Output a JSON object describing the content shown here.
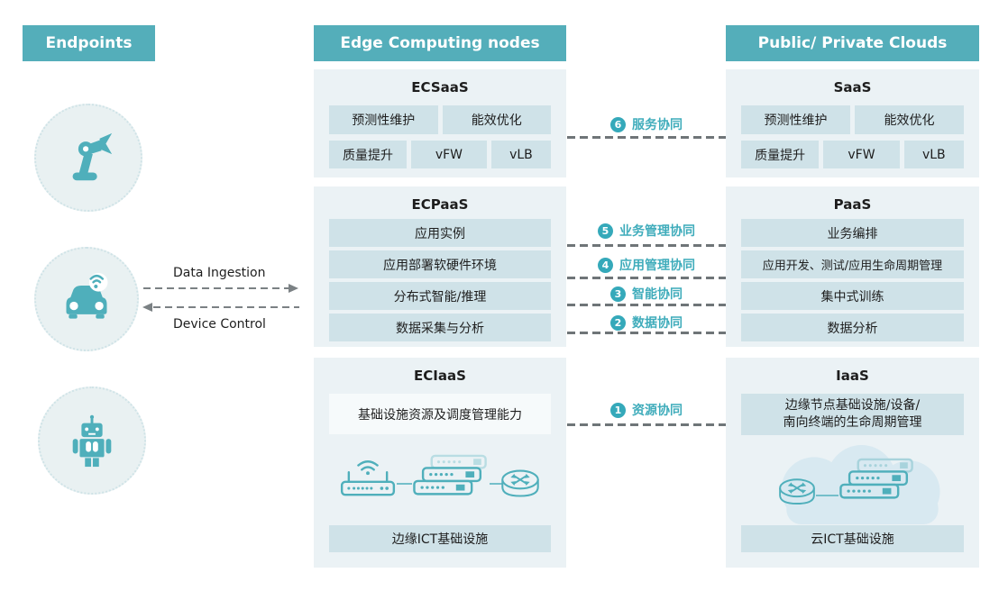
{
  "headers": {
    "endpoints": "Endpoints",
    "edge": "Edge Computing nodes",
    "clouds": "Public/ Private Clouds"
  },
  "endpoint_flows": {
    "data_ingestion": "Data Ingestion",
    "device_control": "Device Control"
  },
  "edge_column": {
    "ecsaas": {
      "title": "ECSaaS",
      "row1": [
        "预测性维护",
        "能效优化"
      ],
      "row2": [
        "质量提升",
        "vFW",
        "vLB"
      ]
    },
    "ecpaas": {
      "title": "ECPaaS",
      "rows": [
        "应用实例",
        "应用部署软硬件环境",
        "分布式智能/推理",
        "数据采集与分析"
      ]
    },
    "eciaas": {
      "title": "ECIaaS",
      "capability": "基础设施资源及调度管理能力",
      "infrastructure": "边缘ICT基础设施"
    }
  },
  "cloud_column": {
    "saas": {
      "title": "SaaS",
      "row1": [
        "预测性维护",
        "能效优化"
      ],
      "row2": [
        "质量提升",
        "vFW",
        "vLB"
      ]
    },
    "paas": {
      "title": "PaaS",
      "rows": [
        "业务编排",
        "应用开发、测试/应用生命周期管理",
        "集中式训练",
        "数据分析"
      ]
    },
    "iaas": {
      "title": "IaaS",
      "capability_line1": "边缘节点基础设施/设备/",
      "capability_line2": "南向终端的生命周期管理",
      "infrastructure": "云ICT基础设施"
    }
  },
  "collaborations": [
    {
      "num": "6",
      "label": "服务协同"
    },
    {
      "num": "5",
      "label": "业务管理协同"
    },
    {
      "num": "4",
      "label": "应用管理协同"
    },
    {
      "num": "3",
      "label": "智能协同"
    },
    {
      "num": "2",
      "label": "数据协同"
    },
    {
      "num": "1",
      "label": "资源协同"
    }
  ],
  "icons": {
    "endpoints": [
      "robot-arm-icon",
      "connected-car-icon",
      "robot-icon"
    ],
    "edge_infrastructure": [
      "wifi-router-icon",
      "switch-stack-icon",
      "router-icon"
    ],
    "cloud_infrastructure": [
      "cloud-icon",
      "router-icon",
      "switch-stack-icon"
    ]
  },
  "colors": {
    "header_teal": "#54AEBA",
    "panel_bg": "#EBF2F5",
    "feature_box_bg": "#CFE2E8",
    "light_box_bg": "#F6FAFB",
    "accent_teal": "#3FACBB",
    "badge_teal": "#35A9BA",
    "icon_teal": "#4FAFBB",
    "dash_gray": "#6F7578",
    "cloud_shape": "#D8E9F1",
    "text_dark": "#1E1E1E"
  }
}
